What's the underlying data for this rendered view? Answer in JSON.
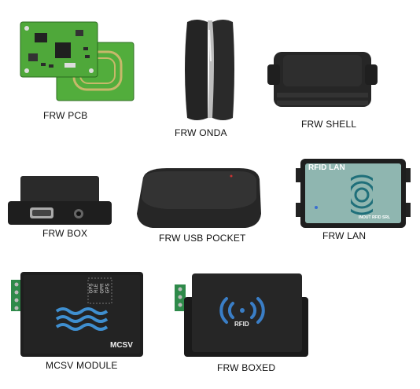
{
  "products": [
    {
      "id": "pcb",
      "caption": "FRW PCB"
    },
    {
      "id": "onda",
      "caption": "FRW ONDA"
    },
    {
      "id": "shell",
      "caption": "FRW SHELL"
    },
    {
      "id": "box",
      "caption": "FRW BOX"
    },
    {
      "id": "usb_pocket",
      "caption": "FRW USB POCKET"
    },
    {
      "id": "lan",
      "caption": "FRW LAN",
      "label": "RFID LAN",
      "brand": "INOUT RFID SRL"
    },
    {
      "id": "mcsv",
      "caption": "MCSV MODULE",
      "label": "MCSV",
      "pins": [
        "GPS",
        "RLE",
        "GPR",
        "GPS"
      ]
    },
    {
      "id": "boxed",
      "caption": "FRW BOXED",
      "label": "RFID"
    }
  ],
  "colors": {
    "pcb_green": "#4fa83a",
    "lan_panel": "#8fb6b0",
    "lan_ring": "#1f6f7a",
    "mcsv_wave": "#3f8fd0",
    "boxed_ring": "#3a7ec6",
    "terminal_green": "#2e8a4a"
  }
}
